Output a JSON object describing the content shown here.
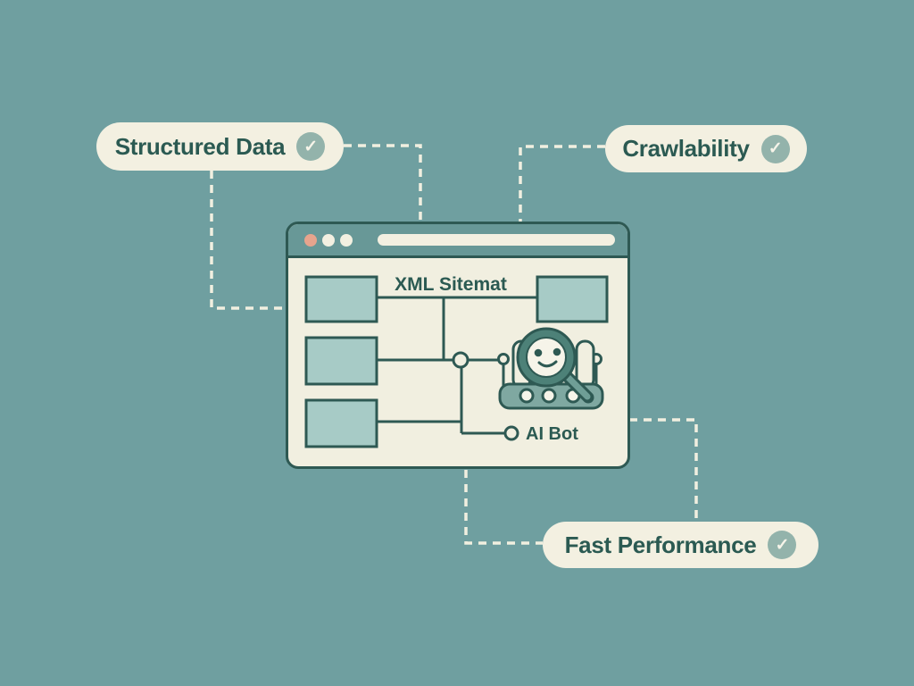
{
  "canvas": {
    "background_color": "#6f9fa0",
    "outline_color": "#2e5953",
    "cream_color": "#f1efe0"
  },
  "pills": {
    "structured_data": {
      "label": "Structured Data",
      "check_glyph": "✓"
    },
    "crawlability": {
      "label": "Crawlability",
      "check_glyph": "✓"
    },
    "fast_performance": {
      "label": "Fast Performance",
      "check_glyph": "✓"
    }
  },
  "badge": {
    "color": "#93b3ab"
  },
  "browser_window": {
    "title": "XML Sitemat",
    "ai_bot_label": "AI Bot",
    "header_color": "#689897",
    "dot_colors": [
      "#e7a48d",
      "#f3f0e1",
      "#f3f0e1"
    ],
    "box_fill_color": "#a7cbc6",
    "robot_teal_color": "#7fa8a1",
    "robot_ring_color": "#4d8178"
  }
}
